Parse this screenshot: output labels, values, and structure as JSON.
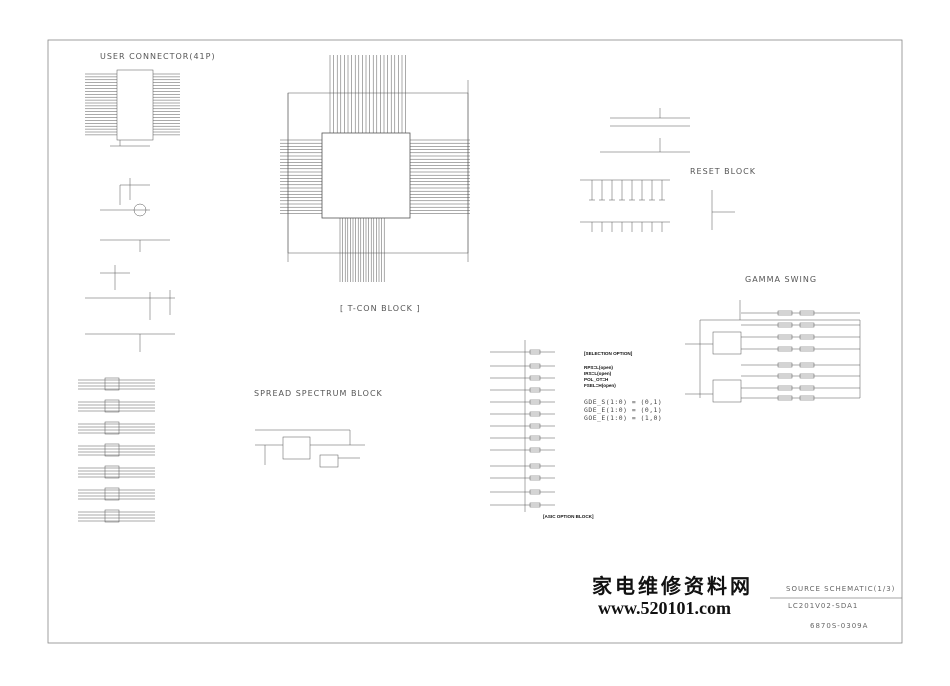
{
  "blocks": {
    "user_connector": "USER CONNECTOR(41P)",
    "tcon": "[  T-CON  BLOCK  ]",
    "reset": "RESET BLOCK",
    "gamma": "GAMMA SWING",
    "spread": "SPREAD SPECTRUM BLOCK"
  },
  "selection_option": {
    "title": "[SELECTION OPTION]",
    "lines": [
      "RPS=L(open)",
      "IRS=L(open)",
      "POL_OT=H",
      "FSEL=H(open)"
    ],
    "gde_lines": [
      "GDE_S(1:0) = (0,1)",
      "GDE_E(1:0) = (0,1)",
      "GOE_E(1:0) = (1,0)"
    ]
  },
  "asic_option": "[ASIC OPTION BLOCK]",
  "watermark": {
    "chinese": "家电维修资料网",
    "url": "www.520101.com"
  },
  "title_block": {
    "title": "SOURCE SCHEMATIC(1/3)",
    "model": "LC201V02-SDA1",
    "doc_no": "6870S-0309A"
  },
  "colors": {
    "line": "#555555",
    "frame": "#777777",
    "text": "#333333"
  }
}
